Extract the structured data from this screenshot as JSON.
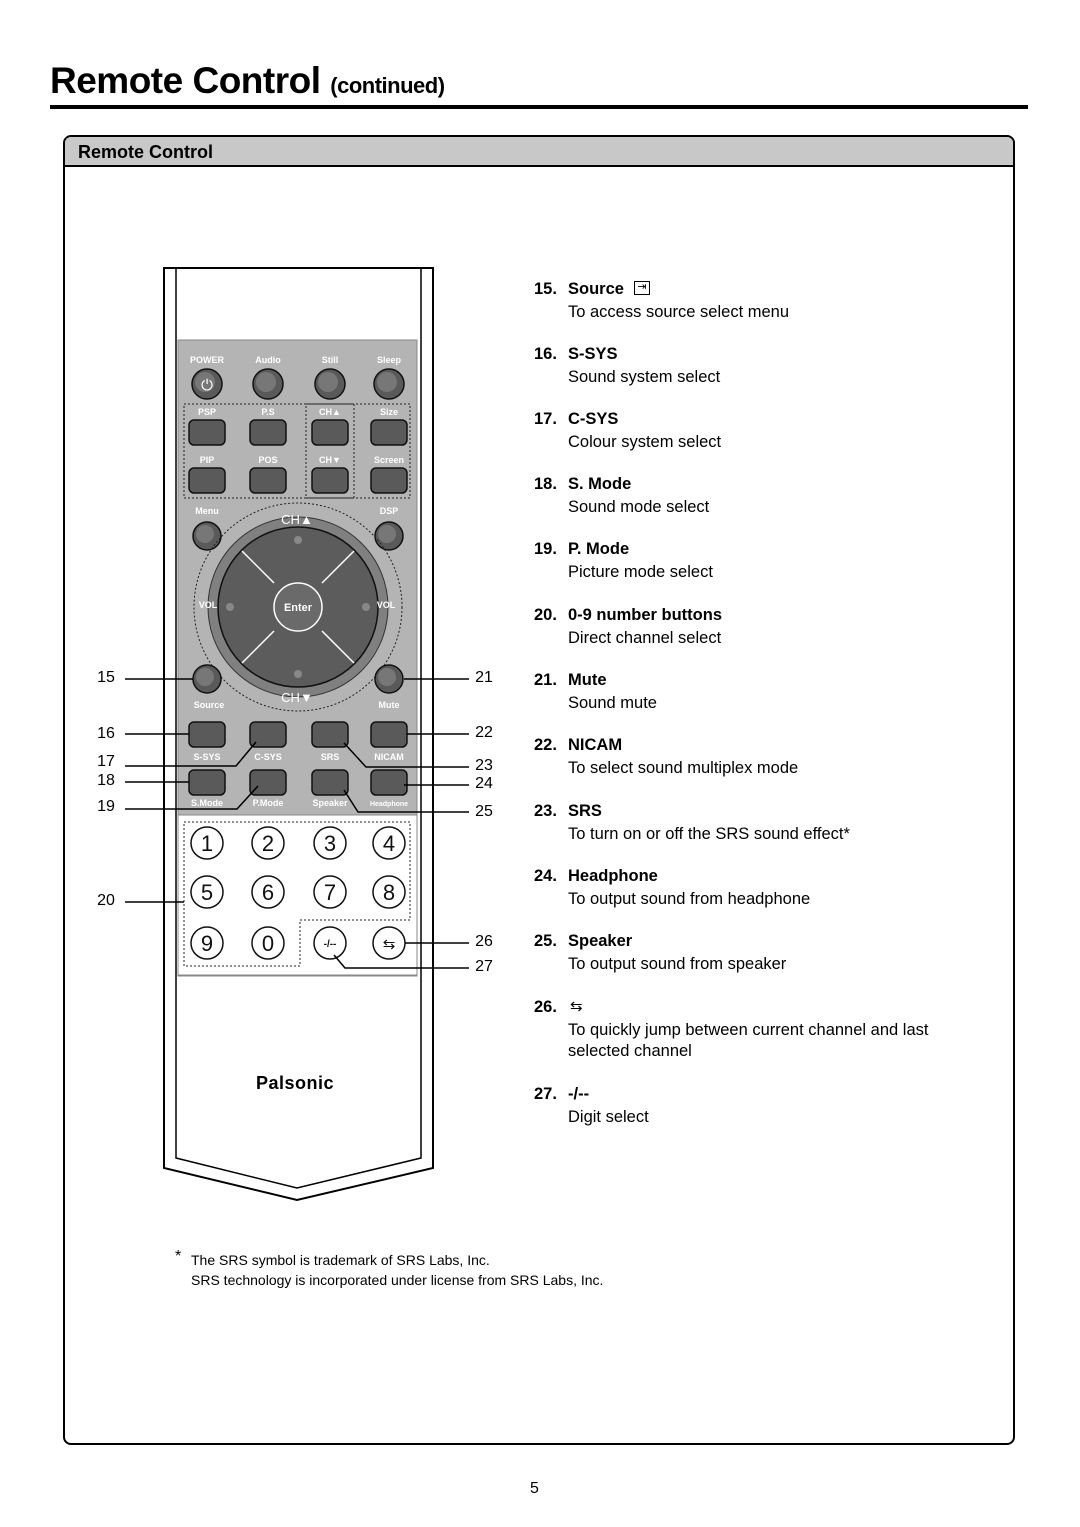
{
  "header": {
    "title": "Remote Control",
    "subtitle": "(continued)"
  },
  "panel": {
    "title": "Remote Control"
  },
  "remote": {
    "row1_labels": [
      "POWER",
      "Audio",
      "Still",
      "Sleep"
    ],
    "row2_labels": [
      "PSP",
      "P.S",
      "CH▲",
      "Size"
    ],
    "row3_labels": [
      "PIP",
      "POS",
      "CH▼",
      "Screen"
    ],
    "menu_label": "Menu",
    "dsp_label": "DSP",
    "ch_up": "CH▲",
    "ch_down": "CH▼",
    "vol_left": "VOL",
    "vol_right": "VOL",
    "enter": "Enter",
    "source_label": "Source",
    "mute_label": "Mute",
    "row5_labels": [
      "S-SYS",
      "C-SYS",
      "SRS",
      "NICAM"
    ],
    "row6_labels": [
      "S.Mode",
      "P.Mode",
      "Speaker",
      "Headphone"
    ],
    "digits": [
      "1",
      "2",
      "3",
      "4",
      "5",
      "6",
      "7",
      "8",
      "9",
      "0"
    ],
    "digit_select": "-/--",
    "brand": "Palsonic"
  },
  "callouts": [
    "15",
    "16",
    "17",
    "18",
    "19",
    "20",
    "21",
    "22",
    "23",
    "24",
    "25",
    "26",
    "27"
  ],
  "items": [
    {
      "num": "15.",
      "name": "Source",
      "desc": "To access source select menu"
    },
    {
      "num": "16.",
      "name": "S-SYS",
      "desc": "Sound system select"
    },
    {
      "num": "17.",
      "name": "C-SYS",
      "desc": "Colour system select"
    },
    {
      "num": "18.",
      "name": "S. Mode",
      "desc": "Sound mode select"
    },
    {
      "num": "19.",
      "name": "P. Mode",
      "desc": "Picture mode select"
    },
    {
      "num": "20.",
      "name": "0-9 number buttons",
      "desc": "Direct channel select"
    },
    {
      "num": "21.",
      "name": "Mute",
      "desc": "Sound mute"
    },
    {
      "num": "22.",
      "name": "NICAM",
      "desc": "To select sound multiplex mode"
    },
    {
      "num": "23.",
      "name": "SRS",
      "desc": "To turn on or off the SRS sound effect*"
    },
    {
      "num": "24.",
      "name": "Headphone",
      "desc": "To output sound from headphone"
    },
    {
      "num": "25.",
      "name": "Speaker",
      "desc": "To output sound from speaker"
    },
    {
      "num": "26.",
      "name": "",
      "desc": "To quickly jump between current channel and last selected channel"
    },
    {
      "num": "27.",
      "name": "-/--",
      "desc": "Digit select"
    }
  ],
  "footnote": {
    "star": "*",
    "line1": "The SRS symbol is trademark of SRS Labs, Inc.",
    "line2": "SRS technology is incorporated under license from SRS Labs, Inc."
  },
  "page_number": "5"
}
